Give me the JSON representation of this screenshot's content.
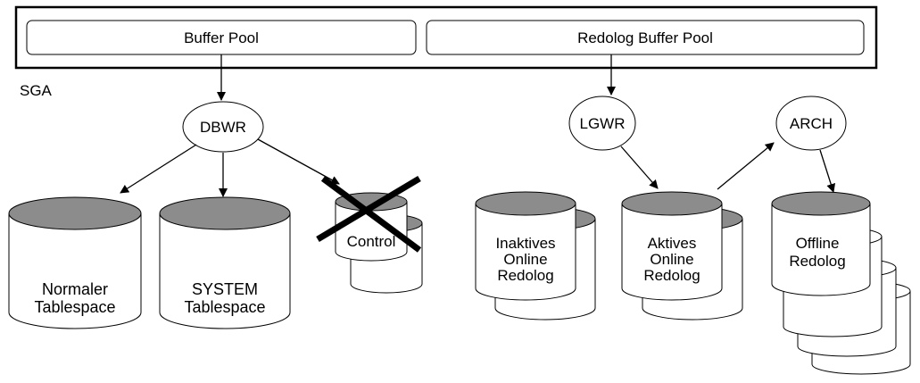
{
  "sga": {
    "label": "SGA",
    "buffer_pool": "Buffer Pool",
    "redolog_buffer_pool": "Redolog Buffer Pool"
  },
  "processes": {
    "dbwr": "DBWR",
    "lgwr": "LGWR",
    "arch": "ARCH"
  },
  "datafiles": {
    "normal": [
      "Normaler",
      "Tablespace"
    ],
    "system": [
      "SYSTEM",
      "Tablespace"
    ],
    "control": "Control"
  },
  "redologs": {
    "inactive": [
      "Inaktives",
      "Online",
      "Redolog"
    ],
    "active": [
      "Aktives",
      "Online",
      "Redolog"
    ],
    "offline": [
      "Offline",
      "Redolog"
    ]
  },
  "colors": {
    "cylinder_top": "#8c8c8c",
    "panel_border": "#000000"
  }
}
